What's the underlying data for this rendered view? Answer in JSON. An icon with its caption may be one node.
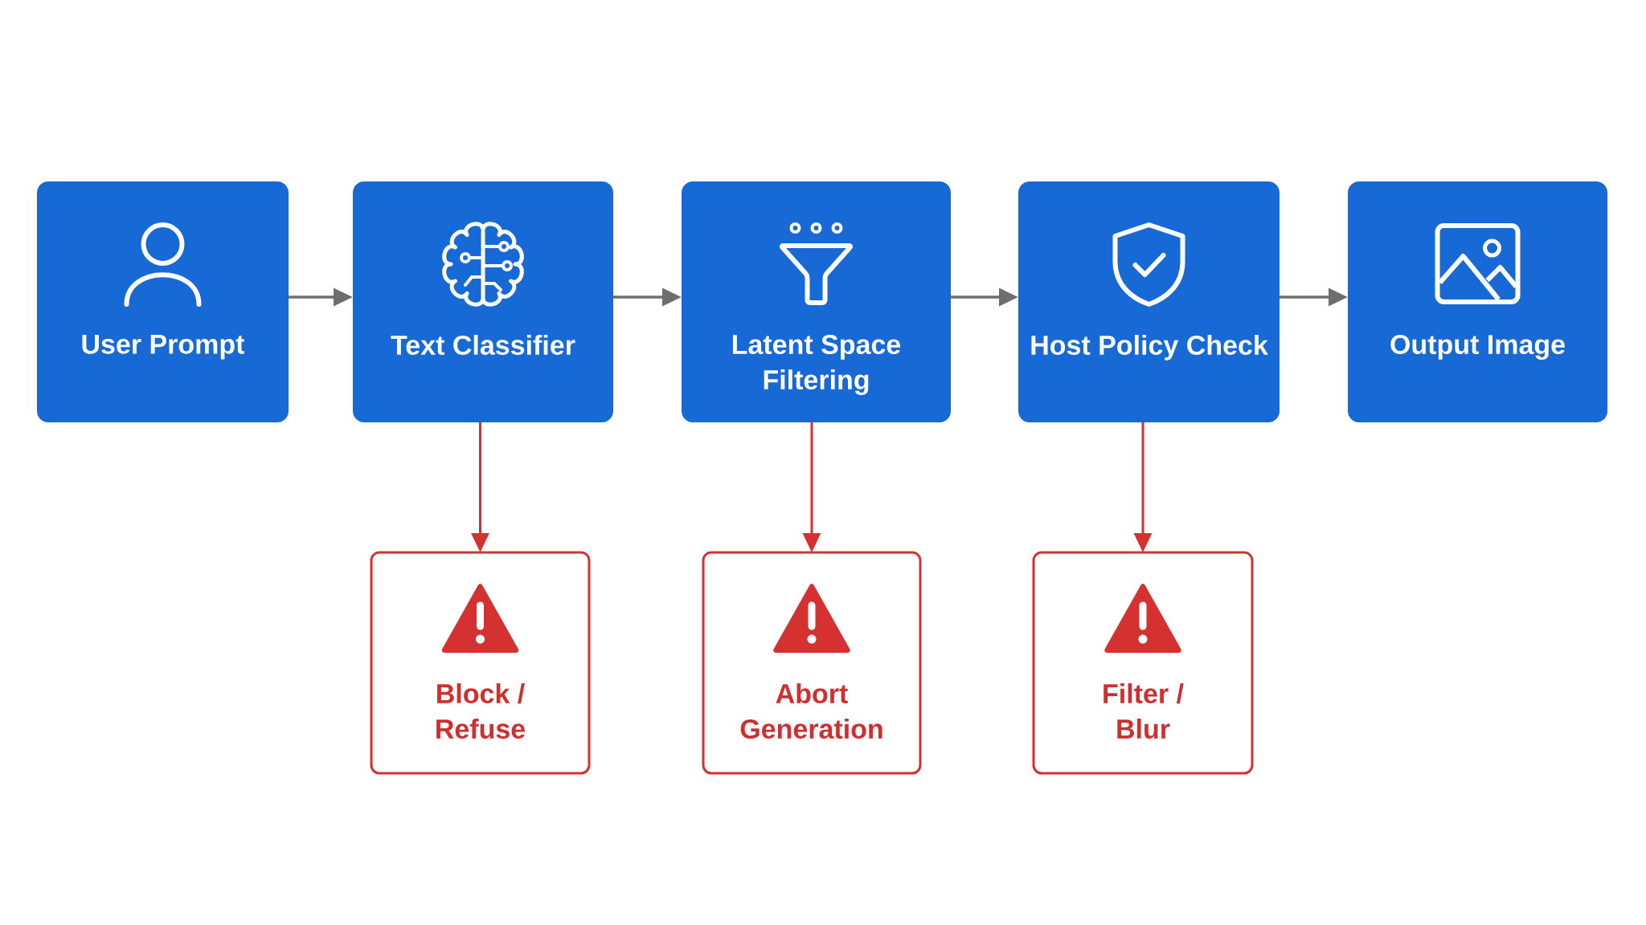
{
  "diagram": {
    "nodes": [
      {
        "text": [
          "User Prompt"
        ]
      },
      {
        "text": [
          "Text Classifier"
        ]
      },
      {
        "text": [
          "Latent Space Filtering"
        ]
      },
      {
        "text": [
          "Host Policy Check"
        ]
      },
      {
        "text": [
          "Output Image"
        ]
      },
      {
        "text": [
          "Block / Refuse"
        ]
      },
      {
        "text": [
          "Abort Generation"
        ]
      },
      {
        "text": [
          "Filter / Blur"
        ]
      }
    ],
    "edges": [
      {
        "from": 0,
        "to": 1,
        "arrow": "to"
      },
      {
        "from": 1,
        "to": 2,
        "arrow": "to"
      },
      {
        "from": 2,
        "to": 3,
        "arrow": "to"
      },
      {
        "from": 3,
        "to": 4,
        "arrow": "to"
      },
      {
        "from": 1,
        "to": 5,
        "arrow": "to",
        "color": "#d63131"
      },
      {
        "from": 2,
        "to": 6,
        "arrow": "to",
        "color": "#d63131"
      },
      {
        "from": 3,
        "to": 7,
        "arrow": "to",
        "color": "#d63131"
      }
    ]
  }
}
